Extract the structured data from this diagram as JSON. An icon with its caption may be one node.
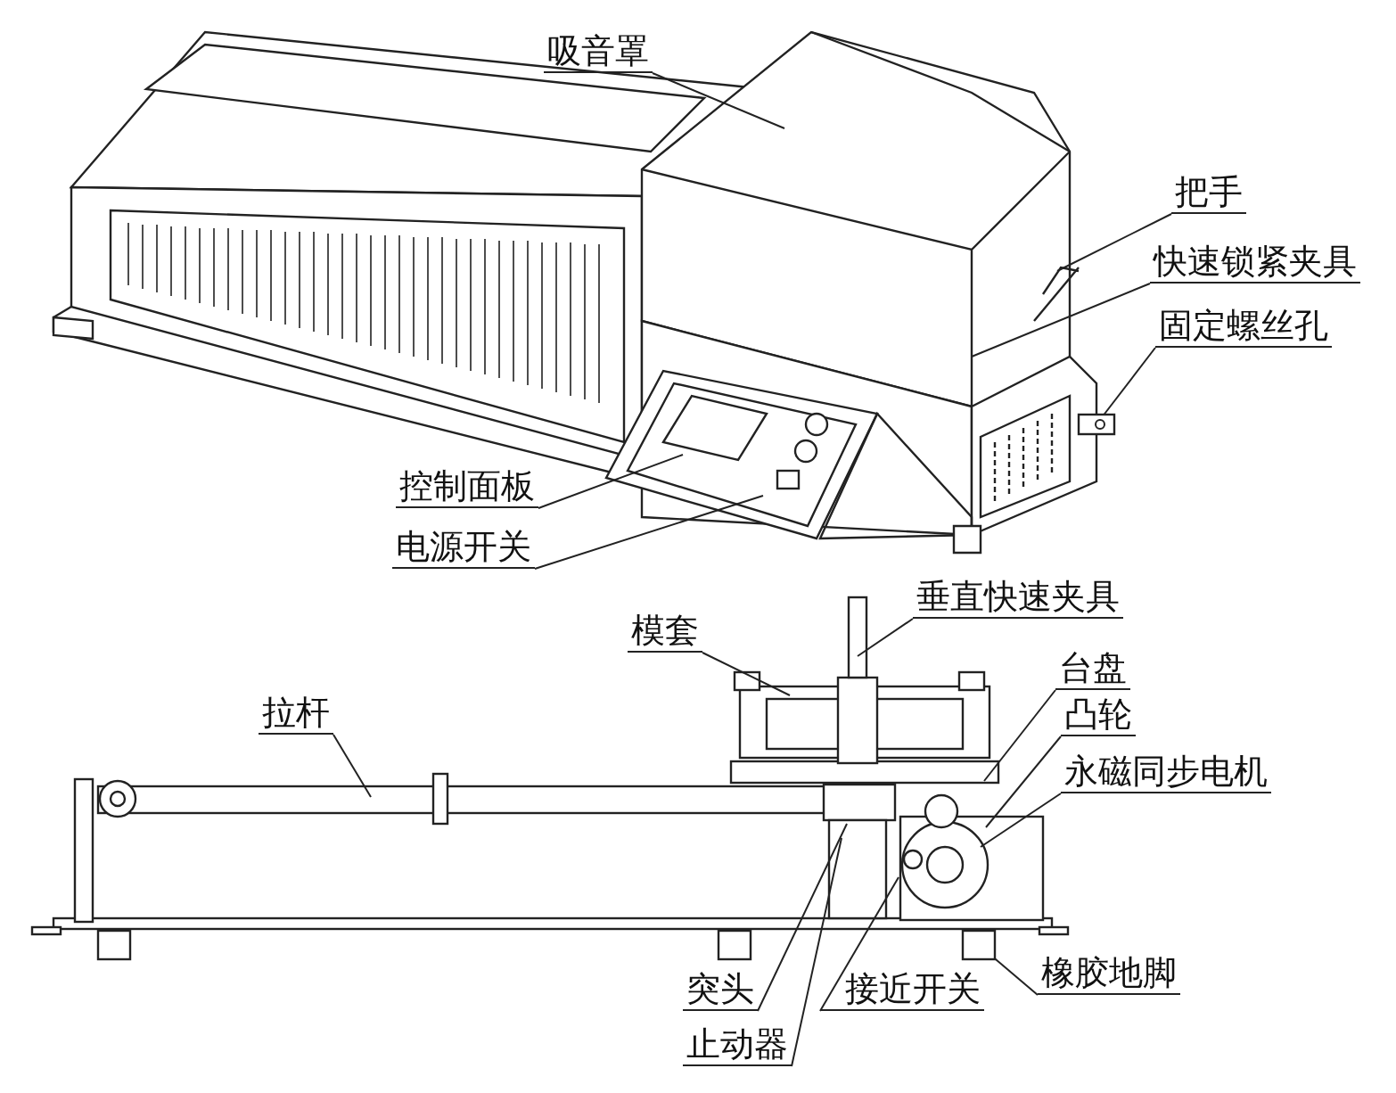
{
  "diagram": {
    "nodes": [
      {
        "text": [
          "吸音罩"
        ]
      },
      {
        "text": [
          "把手"
        ]
      },
      {
        "text": [
          "快速锁紧夹具"
        ]
      },
      {
        "text": [
          "固定螺丝孔"
        ]
      },
      {
        "text": [
          "控制面板"
        ]
      },
      {
        "text": [
          "电源开关"
        ]
      },
      {
        "text": [
          "垂直快速夹具"
        ]
      },
      {
        "text": [
          "模套"
        ]
      },
      {
        "text": [
          "台盘"
        ]
      },
      {
        "text": [
          "凸轮"
        ]
      },
      {
        "text": [
          "永磁同步电机"
        ]
      },
      {
        "text": [
          "拉杆"
        ]
      },
      {
        "text": [
          "突头"
        ]
      },
      {
        "text": [
          "止动器"
        ]
      },
      {
        "text": [
          "接近开关"
        ]
      },
      {
        "text": [
          "橡胶地脚"
        ]
      },
      {
        "text": [],
        "shape": "box"
      },
      {
        "text": [],
        "shape": "box"
      }
    ],
    "edges": [
      {
        "from": 0,
        "to": null,
        "arrow": "none"
      },
      {
        "from": 1,
        "to": null,
        "arrow": "none"
      },
      {
        "from": 2,
        "to": null,
        "arrow": "none"
      },
      {
        "from": 3,
        "to": 16,
        "arrow": "none"
      },
      {
        "from": 4,
        "to": null,
        "arrow": "none"
      },
      {
        "from": 5,
        "to": null,
        "arrow": "none"
      },
      {
        "from": 6,
        "to": null,
        "arrow": "none"
      },
      {
        "from": 7,
        "to": null,
        "arrow": "none"
      },
      {
        "from": 8,
        "to": null,
        "arrow": "none"
      },
      {
        "from": 9,
        "to": null,
        "arrow": "none"
      },
      {
        "from": 10,
        "to": null,
        "arrow": "none"
      },
      {
        "from": 11,
        "to": null,
        "arrow": "none"
      },
      {
        "from": 12,
        "to": null,
        "arrow": "none"
      },
      {
        "from": 13,
        "to": null,
        "arrow": "none"
      },
      {
        "from": 14,
        "to": null,
        "arrow": "none"
      },
      {
        "from": 15,
        "to": 17,
        "arrow": "none"
      }
    ]
  }
}
